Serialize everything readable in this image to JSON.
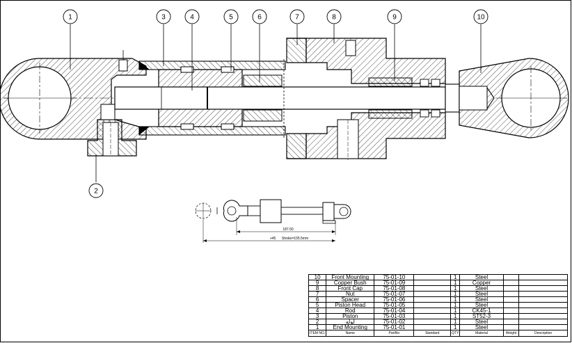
{
  "balloons": [
    "1",
    "2",
    "3",
    "4",
    "5",
    "6",
    "7",
    "8",
    "9",
    "10"
  ],
  "preview": {
    "dim_short": "187.50",
    "dim_long_prefix": "+45",
    "dim_long": "Stroke=105.5mm"
  },
  "bom": {
    "columns": [
      "ITEM NO.",
      "Name",
      "PartNo",
      "Standard",
      "QTY",
      "Material",
      "Weight",
      "Description"
    ],
    "rows": [
      {
        "no": "10",
        "name": "Front Mounting",
        "part": "75-01-10",
        "std": "",
        "qty": "1",
        "mat": "Steel",
        "wt": "",
        "desc": ""
      },
      {
        "no": "9",
        "name": "Copper Bush",
        "part": "75-01-09",
        "std": "",
        "qty": "1",
        "mat": "Copper",
        "wt": "",
        "desc": ""
      },
      {
        "no": "8",
        "name": "Front Cap",
        "part": "75-01-08",
        "std": "",
        "qty": "1",
        "mat": "Steel",
        "wt": "",
        "desc": ""
      },
      {
        "no": "7",
        "name": "Nut",
        "part": "75-01-07",
        "std": "",
        "qty": "1",
        "mat": "Steel",
        "wt": "",
        "desc": ""
      },
      {
        "no": "6",
        "name": "Spacer",
        "part": "75-01-06",
        "std": "",
        "qty": "1",
        "mat": "Steel",
        "wt": "",
        "desc": ""
      },
      {
        "no": "5",
        "name": "Piston Head",
        "part": "75-01-05",
        "std": "",
        "qty": "1",
        "mat": "Steel",
        "wt": "",
        "desc": ""
      },
      {
        "no": "4",
        "name": "Rod",
        "part": "75-01-04",
        "std": "",
        "qty": "1",
        "mat": "CK45-1",
        "wt": "",
        "desc": ""
      },
      {
        "no": "3",
        "name": "Piston",
        "part": "75-01-03",
        "std": "",
        "qty": "1",
        "mat": "ST52-3",
        "wt": "",
        "desc": ""
      },
      {
        "no": "2",
        "name": "لوله",
        "part": "75-01-02",
        "std": "",
        "qty": "1",
        "mat": "Steel",
        "wt": "",
        "desc": ""
      },
      {
        "no": "1",
        "name": "End Mounting",
        "part": "75-01-01",
        "std": "",
        "qty": "1",
        "mat": "Steel",
        "wt": "",
        "desc": ""
      }
    ]
  }
}
